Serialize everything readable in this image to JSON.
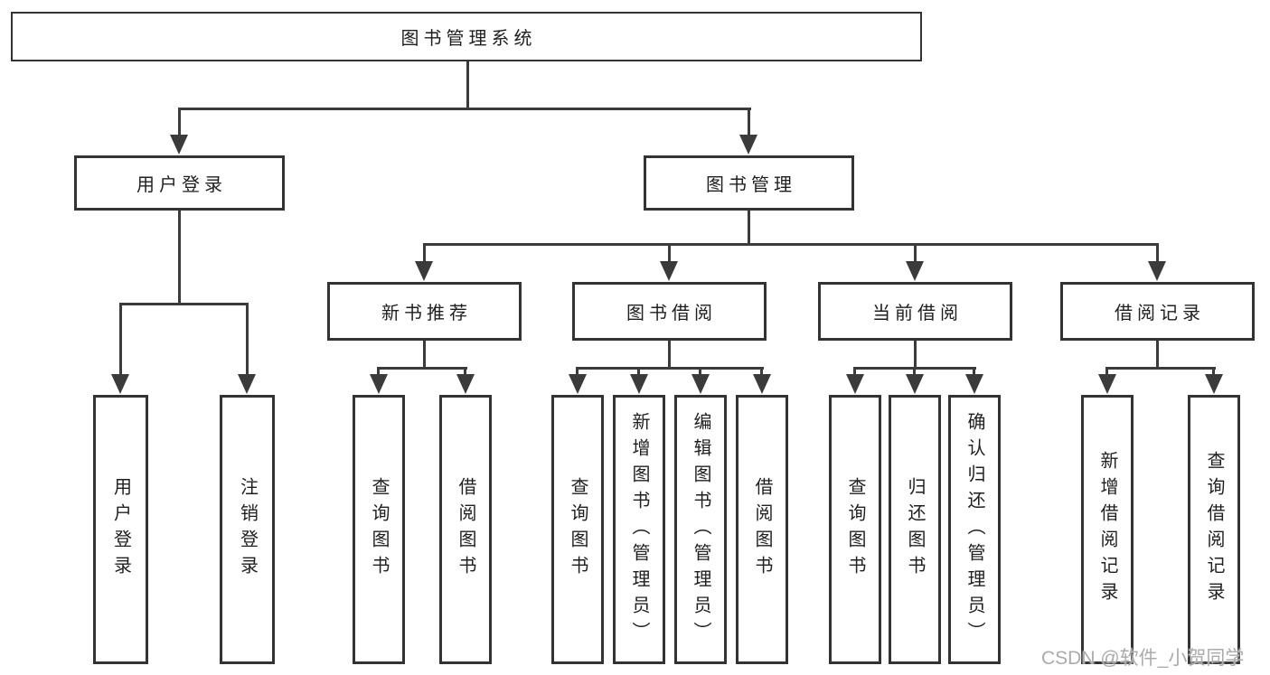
{
  "diagram": {
    "root": {
      "label": "图书管理系统"
    },
    "branches": [
      {
        "label": "用户登录",
        "leaves": [
          "用户登录",
          "注销登录"
        ]
      },
      {
        "label": "图书管理",
        "groups": [
          {
            "label": "新书推荐",
            "leaves": [
              "查询图书",
              "借阅图书"
            ]
          },
          {
            "label": "图书借阅",
            "leaves": [
              "查询图书",
              "新增图书（管理员）",
              "编辑图书（管理员）",
              "借阅图书"
            ]
          },
          {
            "label": "当前借阅",
            "leaves": [
              "查询图书",
              "归还图书",
              "确认归还（管理员）"
            ]
          },
          {
            "label": "借阅记录",
            "leaves": [
              "新增借阅记录",
              "查询借阅记录"
            ]
          }
        ]
      }
    ],
    "watermark": "CSDN @软件_小贺同学",
    "colors": {
      "line": "#3b3b3b",
      "box_border": "#333333",
      "box_fill": "#ffffff",
      "text": "#1f1f1f",
      "watermark": "#ababab",
      "background": "#ffffff"
    }
  }
}
